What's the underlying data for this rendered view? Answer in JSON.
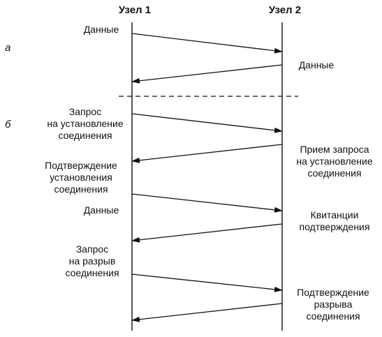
{
  "nodes": {
    "node1": "Узел 1",
    "node2": "Узел 2"
  },
  "sections": {
    "a": "а",
    "b": "б"
  },
  "labels": {
    "a_data_node1": "Данные",
    "a_data_node2": "Данные",
    "b_conn_request": "Запрос\nна установление\nсоединения",
    "b_conn_request_received": "Прием запроса\nна установление\nсоединения",
    "b_conn_confirm": "Подтверждение\nустановления\nсоединения",
    "b_data": "Данные",
    "b_acks": "Квитанции\nподтверждения",
    "b_disconnect_request": "Запрос\nна разрыв\nсоединения",
    "b_disconnect_confirm": "Подтверждение\nразрыва\nсоединения"
  },
  "colors": {
    "ink": "#111111"
  }
}
